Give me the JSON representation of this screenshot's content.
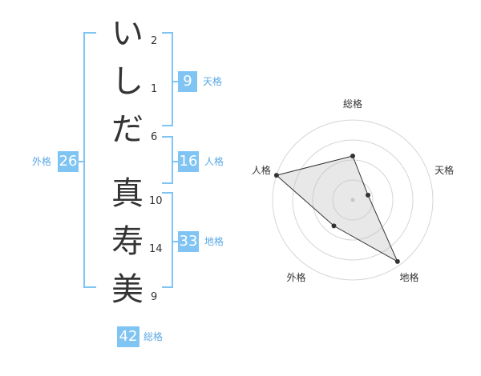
{
  "name_chars": [
    {
      "char": "い",
      "strokes": "2"
    },
    {
      "char": "し",
      "strokes": "1"
    },
    {
      "char": "だ",
      "strokes": "6"
    },
    {
      "char": "真",
      "strokes": "10"
    },
    {
      "char": "寿",
      "strokes": "14"
    },
    {
      "char": "美",
      "strokes": "9"
    }
  ],
  "fortunes": {
    "tenkaku": {
      "value": "9",
      "label": "天格"
    },
    "jinkaku": {
      "value": "16",
      "label": "人格"
    },
    "chikaku": {
      "value": "33",
      "label": "地格"
    },
    "gaikaku": {
      "value": "26",
      "label": "外格"
    },
    "soukaku": {
      "value": "42",
      "label": "総格"
    }
  },
  "colors": {
    "accent": "#7fc4f2",
    "label": "#5aa8e6",
    "text": "#333333"
  },
  "chart_data": {
    "type": "radar",
    "axes": [
      "総格",
      "天格",
      "地格",
      "外格",
      "人格"
    ],
    "values": [
      0.55,
      0.2,
      0.95,
      0.4,
      1.0
    ],
    "max": 1.0,
    "rings": 4
  }
}
